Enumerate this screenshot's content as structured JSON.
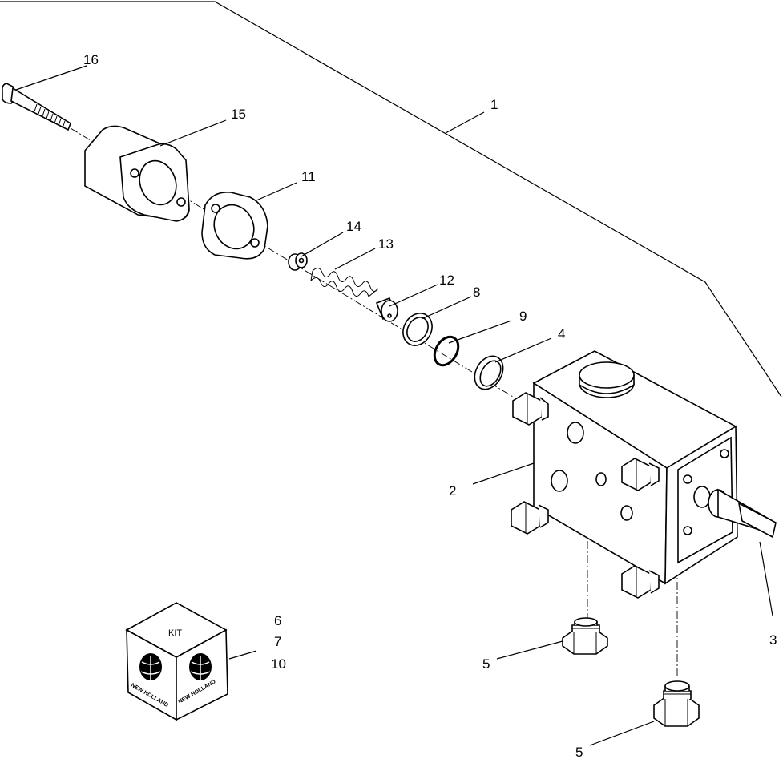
{
  "labels": {
    "l1": "1",
    "l2": "2",
    "l3": "3",
    "l4": "4",
    "l5a": "5",
    "l5b": "5",
    "l6": "6",
    "l7": "7",
    "l8": "8",
    "l9": "9",
    "l10": "10",
    "l11": "11",
    "l12": "12",
    "l13": "13",
    "l14": "14",
    "l15": "15",
    "l16": "16"
  },
  "kit_box": {
    "top_text": "KIT",
    "brand_left": "NEW HOLLAND",
    "brand_right": "NEW HOLLAND"
  }
}
